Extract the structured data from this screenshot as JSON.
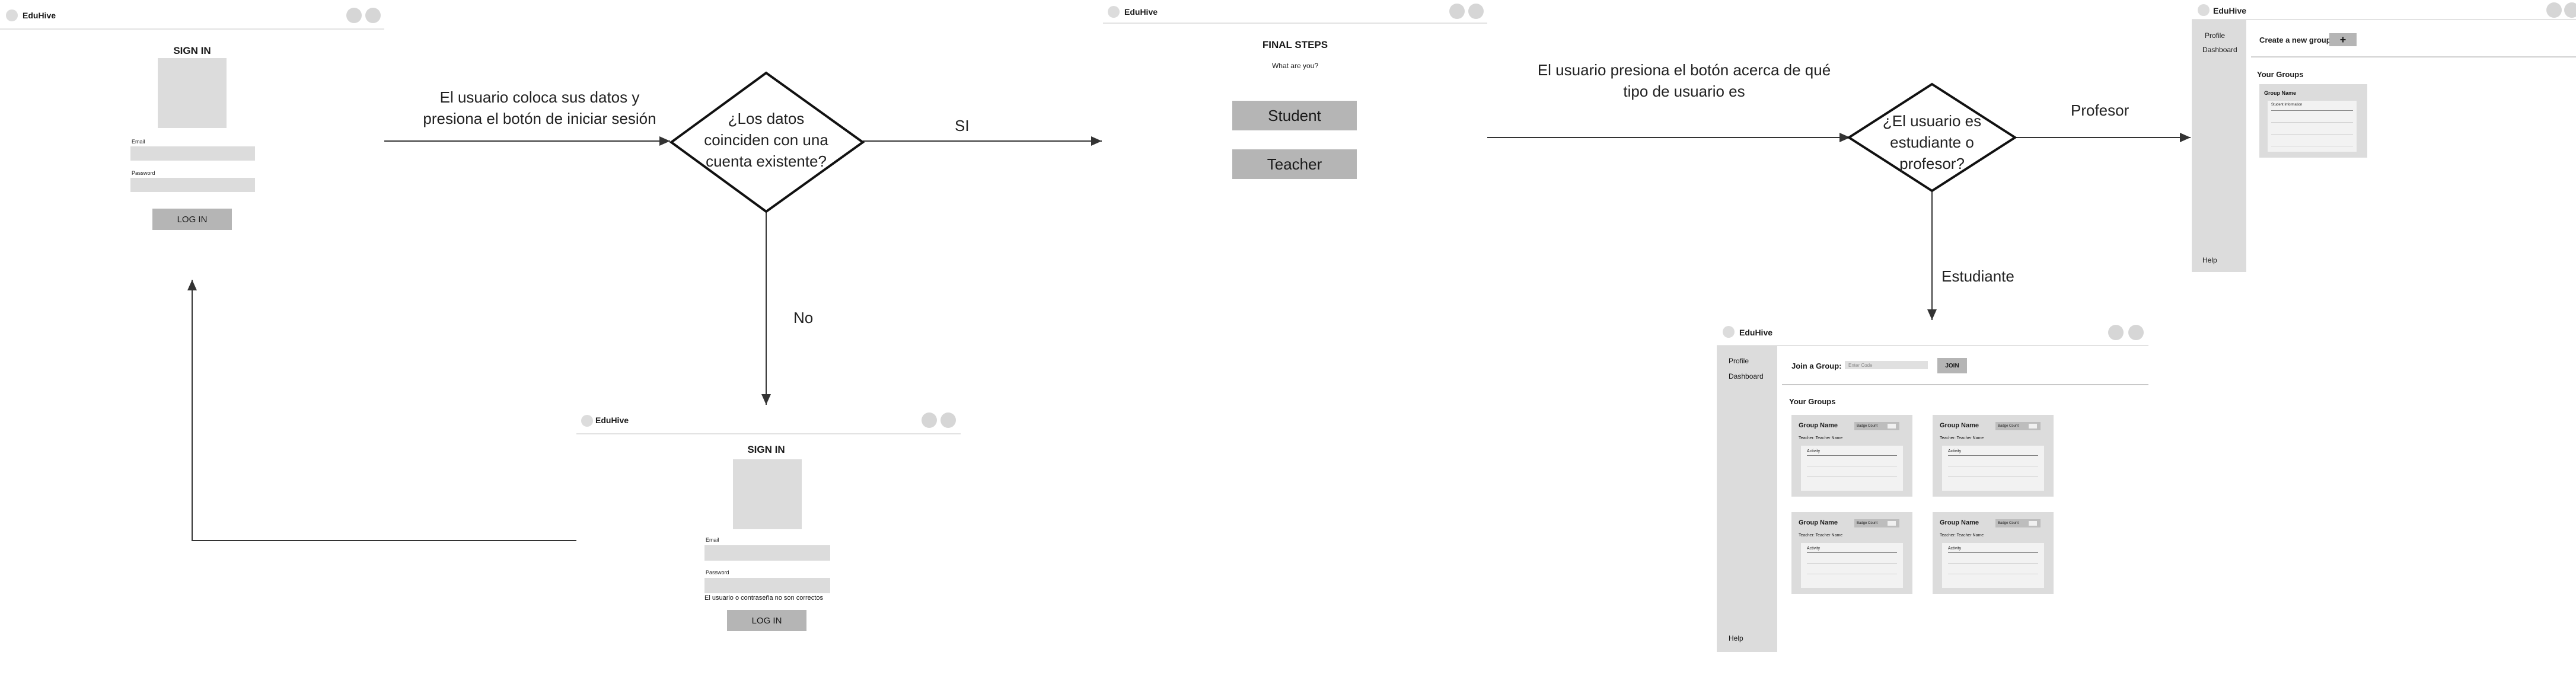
{
  "app_name": "EduHive",
  "signin": {
    "title": "SIGN IN",
    "email_label": "Email",
    "password_label": "Password",
    "button": "LOG IN",
    "error": "El usuario o contraseña no son correctos"
  },
  "final_steps": {
    "title": "FINAL STEPS",
    "subtitle": "What are you?",
    "student": "Student",
    "teacher": "Teacher"
  },
  "flow1": {
    "action": "El usuario coloca sus datos y presiona el botón de iniciar sesión",
    "decision": "¿Los datos coinciden con una cuenta existente?",
    "yes": "SI",
    "no": "No"
  },
  "flow2": {
    "action": "El usuario presiona el botón acerca de qué tipo de usuario es",
    "decision": "¿El usuario es estudiante o profesor?",
    "teacher_label": "Profesor",
    "student_label": "Estudiante"
  },
  "nav": {
    "profile": "Profile",
    "dashboard": "Dashboard",
    "help": "Help"
  },
  "teacher_dash": {
    "create": "Create a new group",
    "plus": "+",
    "your_groups": "Your Groups",
    "group_name": "Group Name",
    "student_list": "Student Information"
  },
  "student_dash": {
    "join_label": "Join a Group:",
    "join_placeholder": "Enter Code",
    "join_button": "JOIN",
    "your_groups": "Your Groups",
    "groups": [
      {
        "name": "Group Name",
        "teacher": "Teacher: Teacher Name",
        "badge": "Badge Count",
        "activity": "Activity"
      },
      {
        "name": "Group Name",
        "teacher": "Teacher: Teacher Name",
        "badge": "Badge Count",
        "activity": "Activity"
      },
      {
        "name": "Group Name",
        "teacher": "Teacher: Teacher Name",
        "badge": "Badge Count",
        "activity": "Activity"
      },
      {
        "name": "Group Name",
        "teacher": "Teacher: Teacher Name",
        "badge": "Badge Count",
        "activity": "Activity"
      }
    ]
  }
}
